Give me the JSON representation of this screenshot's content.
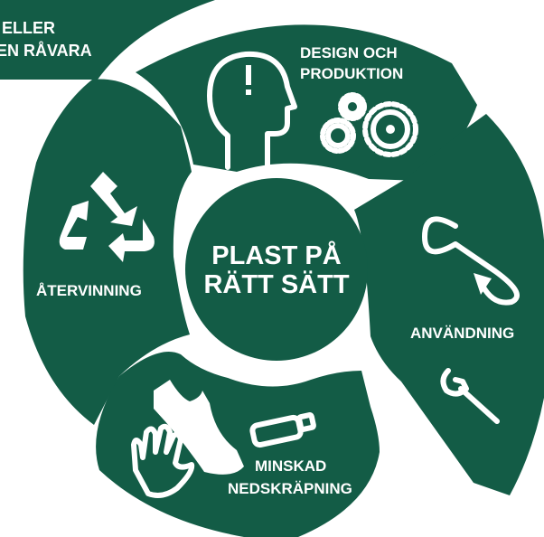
{
  "colors": {
    "segment": "#135c46",
    "background": "#ffffff",
    "text": "#ffffff"
  },
  "hub": {
    "line1": "PLAST PÅ",
    "line2": "RÄTT SÄTT"
  },
  "segments": {
    "raw_material": {
      "line1": "ELLER",
      "line2": "EN RÅVARA"
    },
    "design": {
      "line1": "DESIGN OCH",
      "line2": "PRODUKTION",
      "icons": [
        "head-exclamation-icon",
        "gears-icon"
      ]
    },
    "use": {
      "label": "ANVÄNDNING",
      "icons": [
        "infinity-loop-icon",
        "wrench-icon"
      ]
    },
    "litter": {
      "line1": "MINSKAD",
      "line2": "NEDSKRÄPNING",
      "icons": [
        "hand-icon",
        "plastic-bag-icon",
        "bottle-icon"
      ]
    },
    "recycling": {
      "label": "ÅTERVINNING",
      "icons": [
        "recycle-icon"
      ]
    }
  }
}
